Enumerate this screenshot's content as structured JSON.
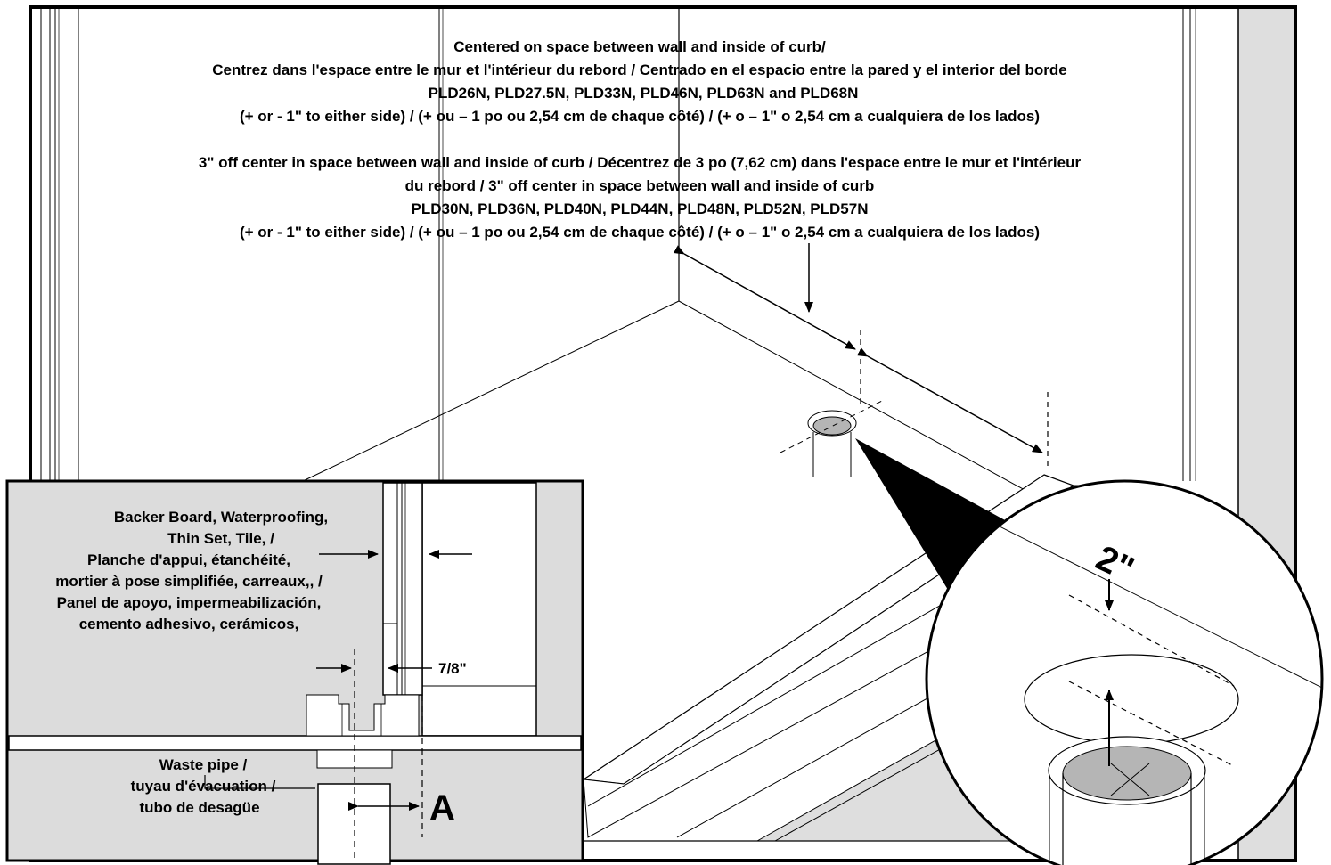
{
  "colors": {
    "line": "#000000",
    "wall_gray": "#dedede",
    "inset_gray": "#dcdcdc",
    "drain_gray": "#b5b5b5",
    "background": "#ffffff"
  },
  "top_note": {
    "centered_line1": "Centered on space between wall and inside of curb/",
    "centered_line2": "Centrez dans l'espace entre le mur et l'intérieur du rebord / Centrado en el espacio entre la pared y el interior del borde",
    "centered_models": "PLD26N, PLD27.5N, PLD33N, PLD46N, PLD63N and PLD68N",
    "centered_tolerance": "(+ or - 1\" to either side) / (+ ou – 1 po ou 2,54 cm de chaque côté) / (+ o – 1\" o 2,54 cm a cualquiera de los lados)",
    "offcenter_line1": "3\" off center in space between wall and inside of curb / Décentrez de 3 po (7,62 cm) dans l'espace entre le mur et l'intérieur",
    "offcenter_line2": "du rebord / 3\" off center in space between wall and inside of curb",
    "offcenter_models": "PLD30N, PLD36N, PLD40N, PLD44N, PLD48N, PLD52N, PLD57N",
    "offcenter_tolerance": "(+ or - 1\" to either side) / (+ ou – 1 po ou 2,54 cm de chaque côté) / (+ o – 1\" o 2,54 cm a cualquiera de los lados)"
  },
  "inset": {
    "backer_lines": [
      "Backer Board, Waterproofing,",
      "Thin Set, Tile, /",
      "Planche d'appui, étanchéité,",
      "mortier à pose simplifiée, carreaux,, /",
      "Panel de apoyo, impermeabilización,",
      "cemento adhesivo, cerámicos,"
    ],
    "dimension_label": "7/8\"",
    "waste_lines": [
      "Waste pipe /",
      "tuyau d'évacuation /",
      "tubo de desagüe"
    ],
    "marker_label": "A"
  },
  "magnifier": {
    "offset_label": "2\""
  }
}
